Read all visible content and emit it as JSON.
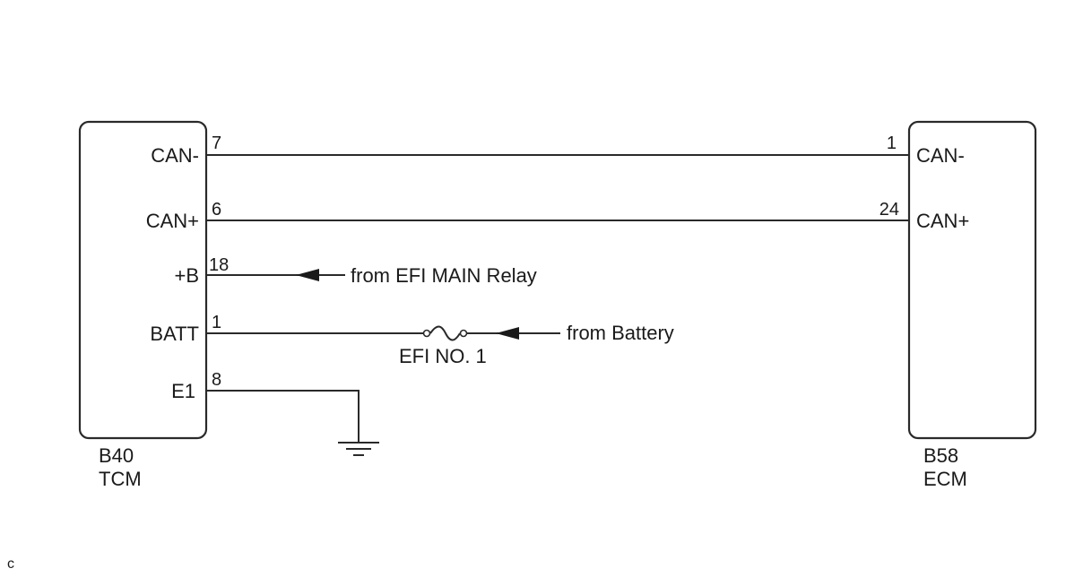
{
  "tcm": {
    "code": "B40",
    "name": "TCM",
    "terminals": [
      {
        "label": "CAN-",
        "pin": "7"
      },
      {
        "label": "CAN+",
        "pin": "6"
      },
      {
        "label": "+B",
        "pin": "18"
      },
      {
        "label": "BATT",
        "pin": "1"
      },
      {
        "label": "E1",
        "pin": "8"
      }
    ]
  },
  "ecm": {
    "code": "B58",
    "name": "ECM",
    "terminals": [
      {
        "label": "CAN-",
        "pin": "1"
      },
      {
        "label": "CAN+",
        "pin": "24"
      }
    ]
  },
  "connections": {
    "efi_main": "from EFI MAIN Relay",
    "battery": "from Battery",
    "fuse": "EFI NO. 1"
  },
  "corner_mark": "c"
}
